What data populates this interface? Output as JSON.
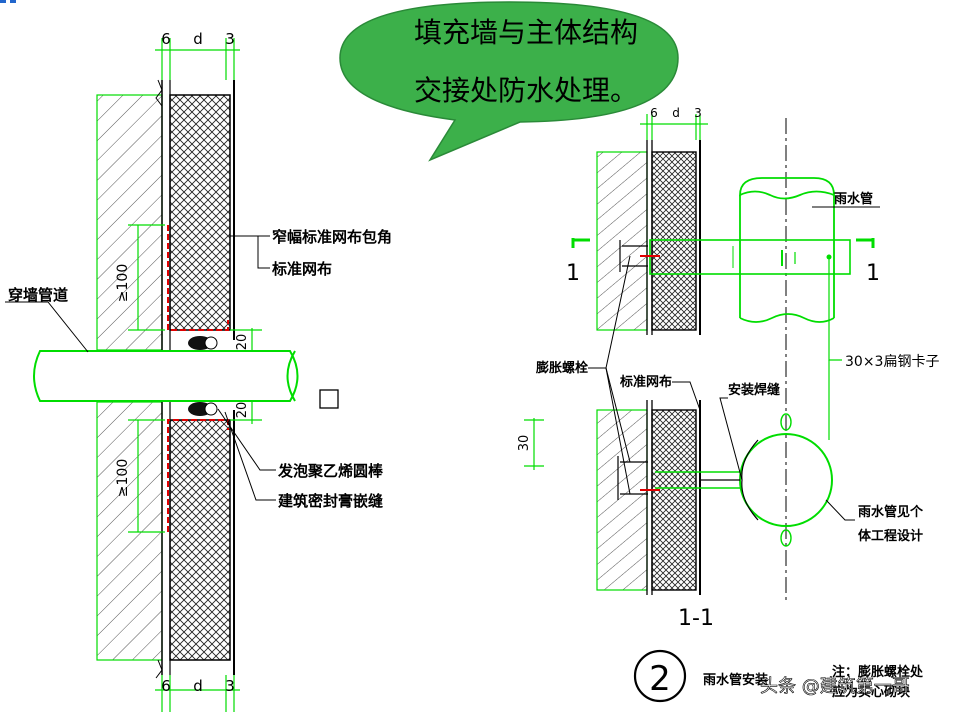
{
  "callout": {
    "line1": "填充墙与主体结构",
    "line2": "交接处防水处理。",
    "fill_color": "#3cb04a"
  },
  "left_detail": {
    "dim_top": [
      "6",
      "d",
      "3"
    ],
    "dim_bottom": [
      "6",
      "d",
      "3"
    ],
    "dim_upper_vertical": "≥100",
    "dim_lower_vertical": "≥100",
    "dim_gap_upper": "20",
    "dim_gap_lower": "20",
    "labels": {
      "narrow_mesh": "窄幅标准网布包角",
      "standard_mesh": "标准网布",
      "pipe": "穿墙管道",
      "foam_ring": "发泡聚乙烯圆棒",
      "sealant": "建筑密封膏嵌缝"
    }
  },
  "right_detail": {
    "dim_top": [
      "6",
      "d",
      "3"
    ],
    "dim_vertical": "30",
    "section_mark_left": "1",
    "section_mark_right": "1",
    "section_title": "1-1",
    "labels": {
      "downpipe": "雨水管",
      "expansion_bolt": "膨胀螺栓",
      "standard_mesh": "标准网布",
      "install_weld": "安装焊缝",
      "flat_steel_clamp": "30×3扁钢卡子",
      "downpipe_design_1": "雨水管见个",
      "downpipe_design_2": "体工程设计"
    }
  },
  "footer": {
    "circle_number": "2",
    "caption": "雨水管安装",
    "note_1": "注：膨胀螺栓处",
    "note_2": "应为实心砌块",
    "watermark": "头条 @建筑第一哥"
  },
  "colors": {
    "line_green": "#00dd00",
    "hatch_gray": "#555555",
    "mesh_red": "#e00000"
  }
}
